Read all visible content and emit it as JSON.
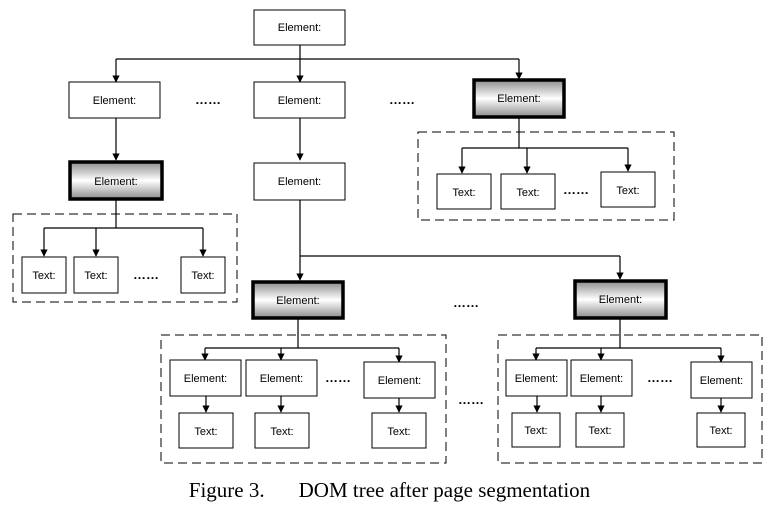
{
  "labels": {
    "element": "Element:",
    "text": "Text:",
    "ellipsis": "……"
  },
  "caption": {
    "number": "Figure 3.",
    "title": "DOM tree after page segmentation"
  },
  "colors": {
    "stroke": "#000000",
    "block_fill_edge": "#9a9a9a",
    "block_fill_center": "#ffffff"
  }
}
